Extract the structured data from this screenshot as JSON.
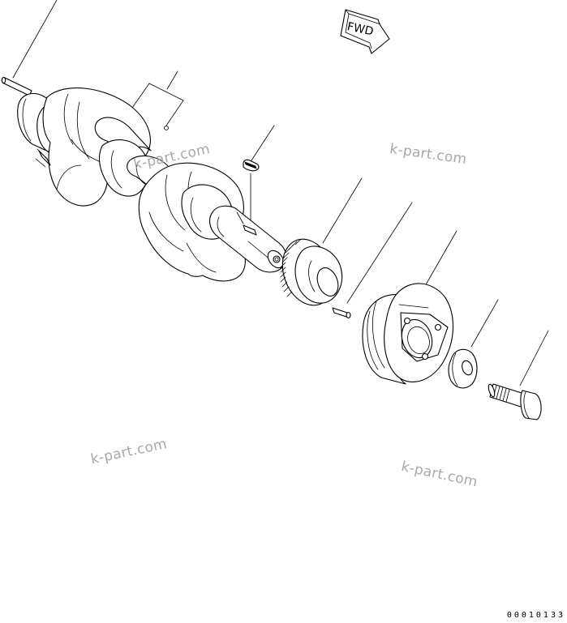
{
  "direction_marker": {
    "label": "FWD"
  },
  "watermarks": [
    {
      "text": "k-part.com"
    },
    {
      "text": "k-part.com"
    },
    {
      "text": "k-part.com"
    },
    {
      "text": "k-part.com"
    }
  ],
  "drawing_code": "00010133",
  "parts": [
    {
      "name": "pin"
    },
    {
      "name": "crankshaft"
    },
    {
      "name": "key"
    },
    {
      "name": "crank-gear"
    },
    {
      "name": "dowel-pin"
    },
    {
      "name": "pulley"
    },
    {
      "name": "washer"
    },
    {
      "name": "bolt"
    }
  ]
}
